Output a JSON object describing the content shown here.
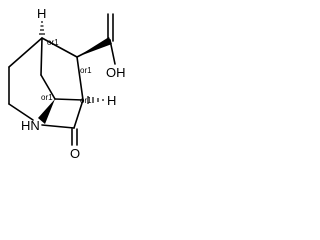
{
  "molecule": {
    "atom_labels": {
      "h_top": "H",
      "h_right": "H",
      "oh": "OH",
      "nh": "HN",
      "o": "O"
    },
    "stereo_labels": {
      "c1": "or1",
      "c2": "or1",
      "c3": "or1",
      "c4": "or1"
    }
  }
}
